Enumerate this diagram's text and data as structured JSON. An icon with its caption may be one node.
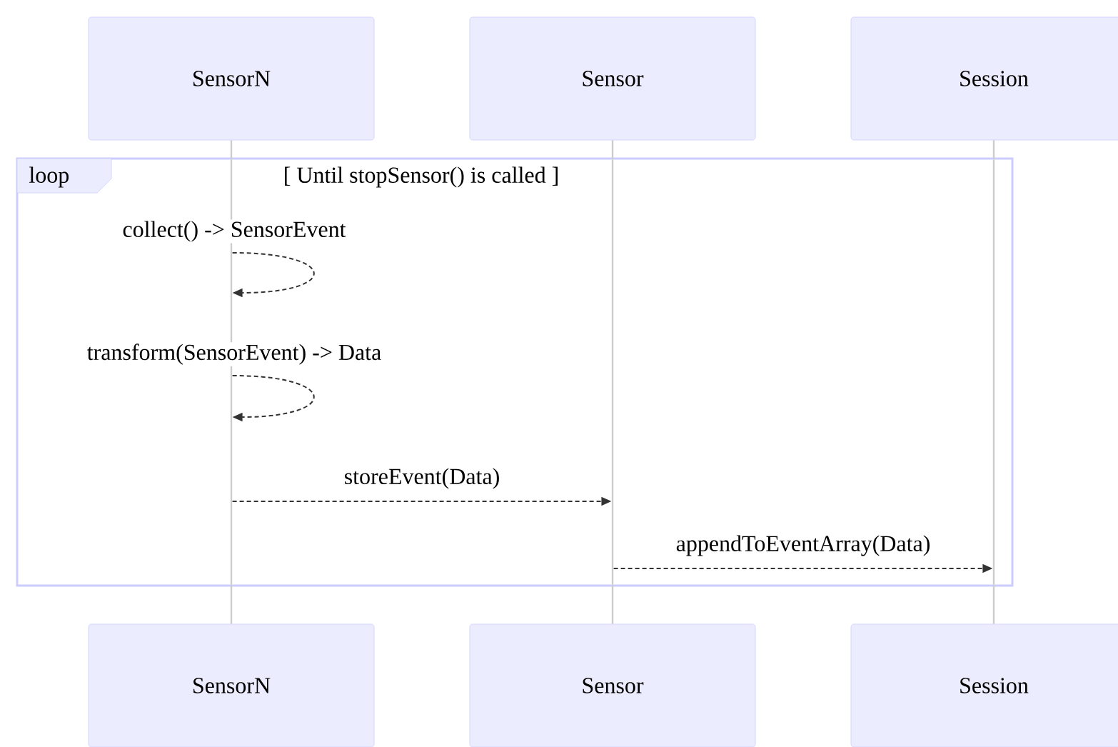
{
  "diagram": {
    "nodes": [
      {
        "text": [
          "SensorN"
        ]
      },
      {
        "text": [
          "Sensor"
        ]
      },
      {
        "text": [
          "Session"
        ]
      },
      {
        "text": [
          "loop",
          "[ Until stopSensor() is called ]"
        ]
      },
      {
        "text": [
          "SensorN"
        ]
      },
      {
        "text": [
          "Sensor"
        ]
      },
      {
        "text": [
          "Session"
        ]
      },
      {
        "text": [],
        "shape": "line",
        "in": 3
      },
      {
        "text": [],
        "shape": "line",
        "in": 3
      },
      {
        "text": [],
        "shape": "line",
        "in": 3
      }
    ],
    "edges": [
      {
        "from": 7,
        "to": 7,
        "arrow": "to",
        "style": "dashed",
        "color": "#333333",
        "label": "collect() -> SensorEvent"
      },
      {
        "from": 7,
        "to": 7,
        "arrow": "to",
        "style": "dashed",
        "color": "#333333",
        "label": "transform(SensorEvent) -> Data"
      },
      {
        "from": 7,
        "to": 8,
        "arrow": "to",
        "style": "dashed",
        "color": "#333333",
        "label": "storeEvent(Data)"
      },
      {
        "from": 8,
        "to": 9,
        "arrow": "to",
        "style": "dashed",
        "color": "#333333",
        "label": "appendToEventArray(Data)"
      },
      {
        "from": 0,
        "to": 7,
        "arrow": "none"
      },
      {
        "from": 1,
        "to": 8,
        "arrow": "none"
      },
      {
        "from": 2,
        "to": 9,
        "arrow": "none"
      },
      {
        "from": 7,
        "to": 4,
        "arrow": "none"
      },
      {
        "from": 8,
        "to": 5,
        "arrow": "none"
      },
      {
        "from": 9,
        "to": 6,
        "arrow": "none"
      }
    ]
  }
}
